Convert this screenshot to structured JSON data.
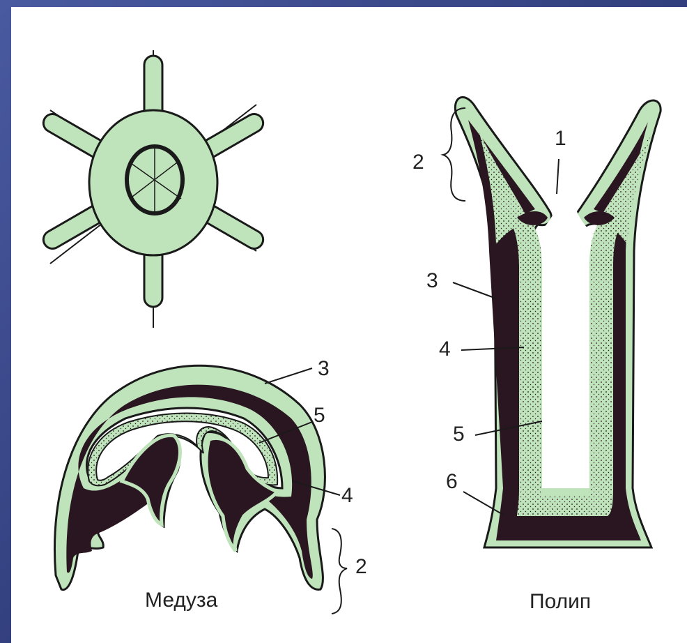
{
  "colors": {
    "ectoderm": "#bfe4bb",
    "endoderm": "#2a1620",
    "mesoglea": "#c9e8c4",
    "outline": "#1a1a1a",
    "frame": "#3d4a8a"
  },
  "medusa": {
    "caption": "Медуза",
    "labels": {
      "l3": "3",
      "l5": "5",
      "l4": "4",
      "l2": "2"
    }
  },
  "polyp": {
    "caption": "Полип",
    "labels": {
      "l1": "1",
      "l2": "2",
      "l3": "3",
      "l4": "4",
      "l5": "5",
      "l6": "6"
    }
  }
}
